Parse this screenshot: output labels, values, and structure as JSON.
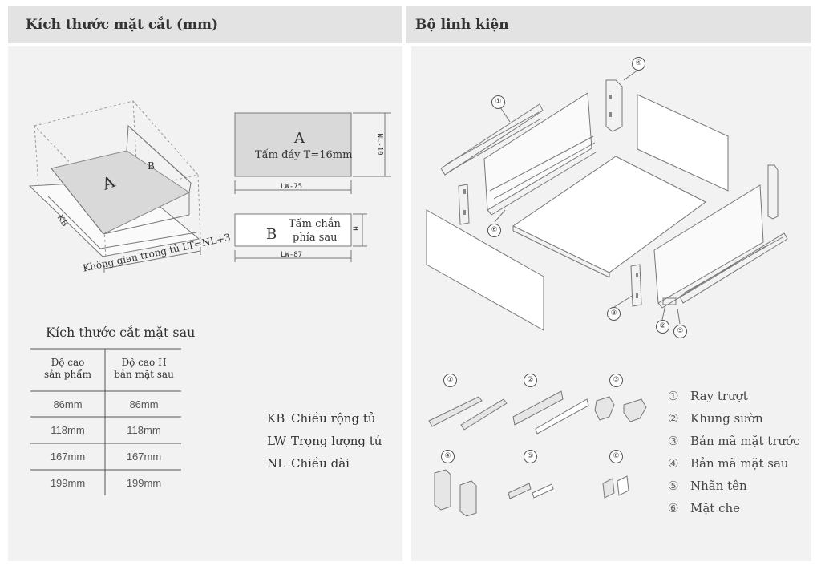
{
  "headers": {
    "left_title": "Kích thước mặt cắt (mm)",
    "right_title": "Bộ linh kiện"
  },
  "section_diagram": {
    "box_label_a": "A",
    "box_label_b": "B",
    "box_label_kb": "KB",
    "inner_space_label": "Không gian trong tủ LT=NL+3",
    "panel_a": {
      "letter": "A",
      "desc": "Tấm đáy T=16mm",
      "width_label": "LW-75",
      "height_label": "NL-10"
    },
    "panel_b": {
      "letter": "B",
      "desc_line1": "Tấm chắn",
      "desc_line2": "phía sau",
      "width_label": "LW-87",
      "height_label": "H"
    }
  },
  "back_cut_table": {
    "title": "Kích thước cắt mặt sau",
    "col1_header_line1": "Độ cao",
    "col1_header_line2": "sản phẩm",
    "col2_header_line1": "Độ cao H",
    "col2_header_line2": "bản mặt sau",
    "rows": [
      {
        "product_height": "86mm",
        "back_height": "86mm"
      },
      {
        "product_height": "118mm",
        "back_height": "118mm"
      },
      {
        "product_height": "167mm",
        "back_height": "167mm"
      },
      {
        "product_height": "199mm",
        "back_height": "199mm"
      }
    ]
  },
  "abbreviations": [
    {
      "key": "KB",
      "value": "Chiều rộng tủ"
    },
    {
      "key": "LW",
      "value": "Trọng lượng tủ"
    },
    {
      "key": "NL",
      "value": "Chiều dài"
    }
  ],
  "exploded_numbers": [
    "①",
    "②",
    "③",
    "④",
    "⑤",
    "⑥"
  ],
  "parts": [
    {
      "num": "①",
      "name": "Ray trượt"
    },
    {
      "num": "②",
      "name": "Khung sườn"
    },
    {
      "num": "③",
      "name": "Bản mã mặt trước"
    },
    {
      "num": "④",
      "name": "Bản mã mặt sau"
    },
    {
      "num": "⑤",
      "name": "Nhãn tên"
    },
    {
      "num": "⑥",
      "name": "Mặt che"
    }
  ]
}
